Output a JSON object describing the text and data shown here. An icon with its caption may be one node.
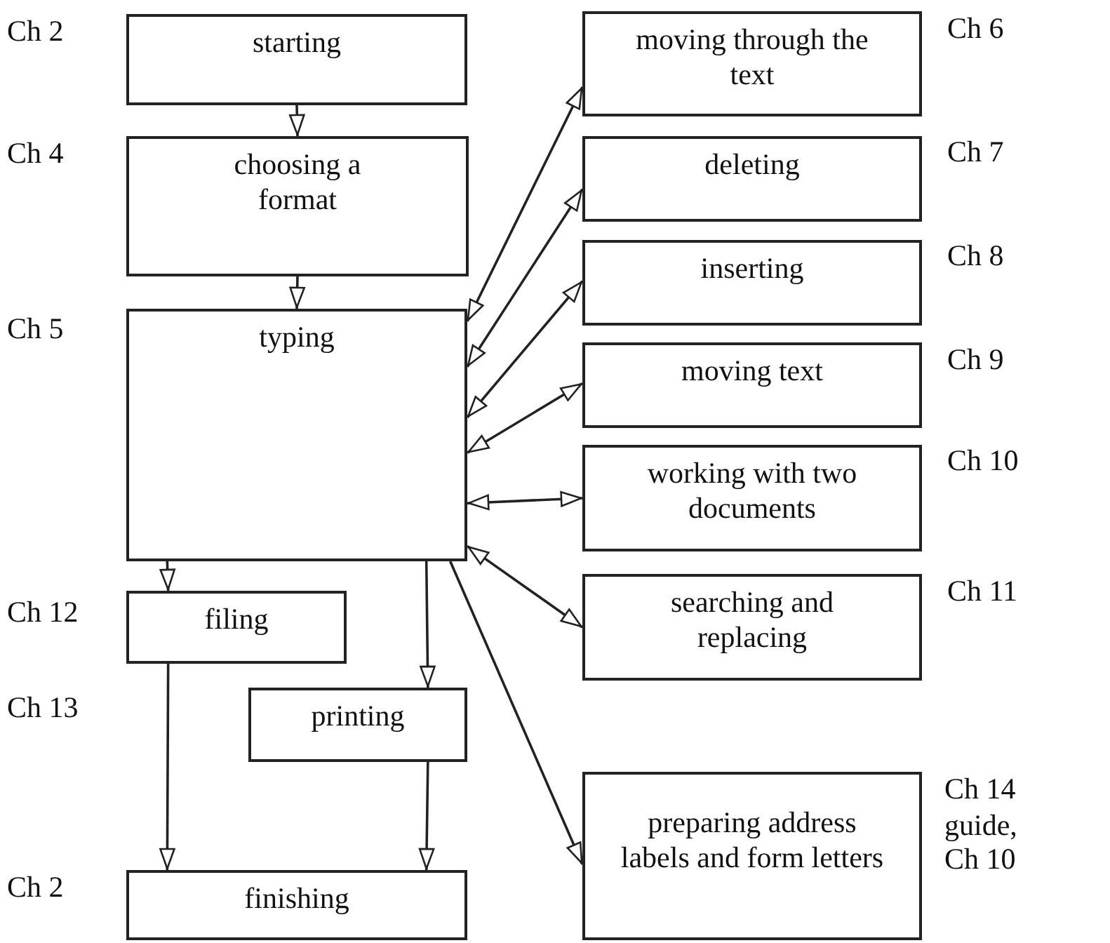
{
  "diagram": {
    "nodes": [
      {
        "text": [
          "starting"
        ],
        "beside": [
          "Ch 2"
        ]
      },
      {
        "text": [
          "choosing a format"
        ],
        "beside": [
          "Ch 4"
        ]
      },
      {
        "text": [
          "typing"
        ],
        "beside": [
          "Ch 5"
        ]
      },
      {
        "text": [
          "moving through the text"
        ],
        "beside": [
          "Ch 6"
        ]
      },
      {
        "text": [
          "deleting"
        ],
        "beside": [
          "Ch 7"
        ]
      },
      {
        "text": [
          "inserting"
        ],
        "beside": [
          "Ch 8"
        ]
      },
      {
        "text": [
          "moving text"
        ],
        "beside": [
          "Ch 9"
        ]
      },
      {
        "text": [
          "working with two documents"
        ],
        "beside": [
          "Ch 10"
        ]
      },
      {
        "text": [
          "searching and replacing"
        ],
        "beside": [
          "Ch 11"
        ]
      },
      {
        "text": [
          "filing"
        ],
        "beside": [
          "Ch 12"
        ]
      },
      {
        "text": [
          "printing"
        ]
      },
      {
        "text": [
          "preparing address labels and form letters"
        ],
        "beside": [
          "Ch 14",
          "guide, Ch 10"
        ]
      },
      {
        "text": [
          "finishing"
        ],
        "beside": [
          "Ch 2"
        ]
      }
    ],
    "edges": [
      {
        "from": 0,
        "to": 1,
        "arrow": "to"
      },
      {
        "from": 1,
        "to": 2,
        "arrow": "to"
      },
      {
        "from": 2,
        "to": 3,
        "arrow": "both"
      },
      {
        "from": 2,
        "to": 4,
        "arrow": "both"
      },
      {
        "from": 2,
        "to": 5,
        "arrow": "both"
      },
      {
        "from": 2,
        "to": 6,
        "arrow": "both"
      },
      {
        "from": 2,
        "to": 7,
        "arrow": "both"
      },
      {
        "from": 2,
        "to": 8,
        "arrow": "both"
      },
      {
        "from": 2,
        "to": 9,
        "arrow": "to"
      },
      {
        "from": 2,
        "to": 10,
        "arrow": "to"
      },
      {
        "from": 2,
        "to": 11,
        "arrow": "to"
      },
      {
        "from": 9,
        "to": 12,
        "arrow": "to"
      },
      {
        "from": 10,
        "to": 12,
        "arrow": "to"
      }
    ],
    "labels": [
      "Ch 13"
    ]
  }
}
